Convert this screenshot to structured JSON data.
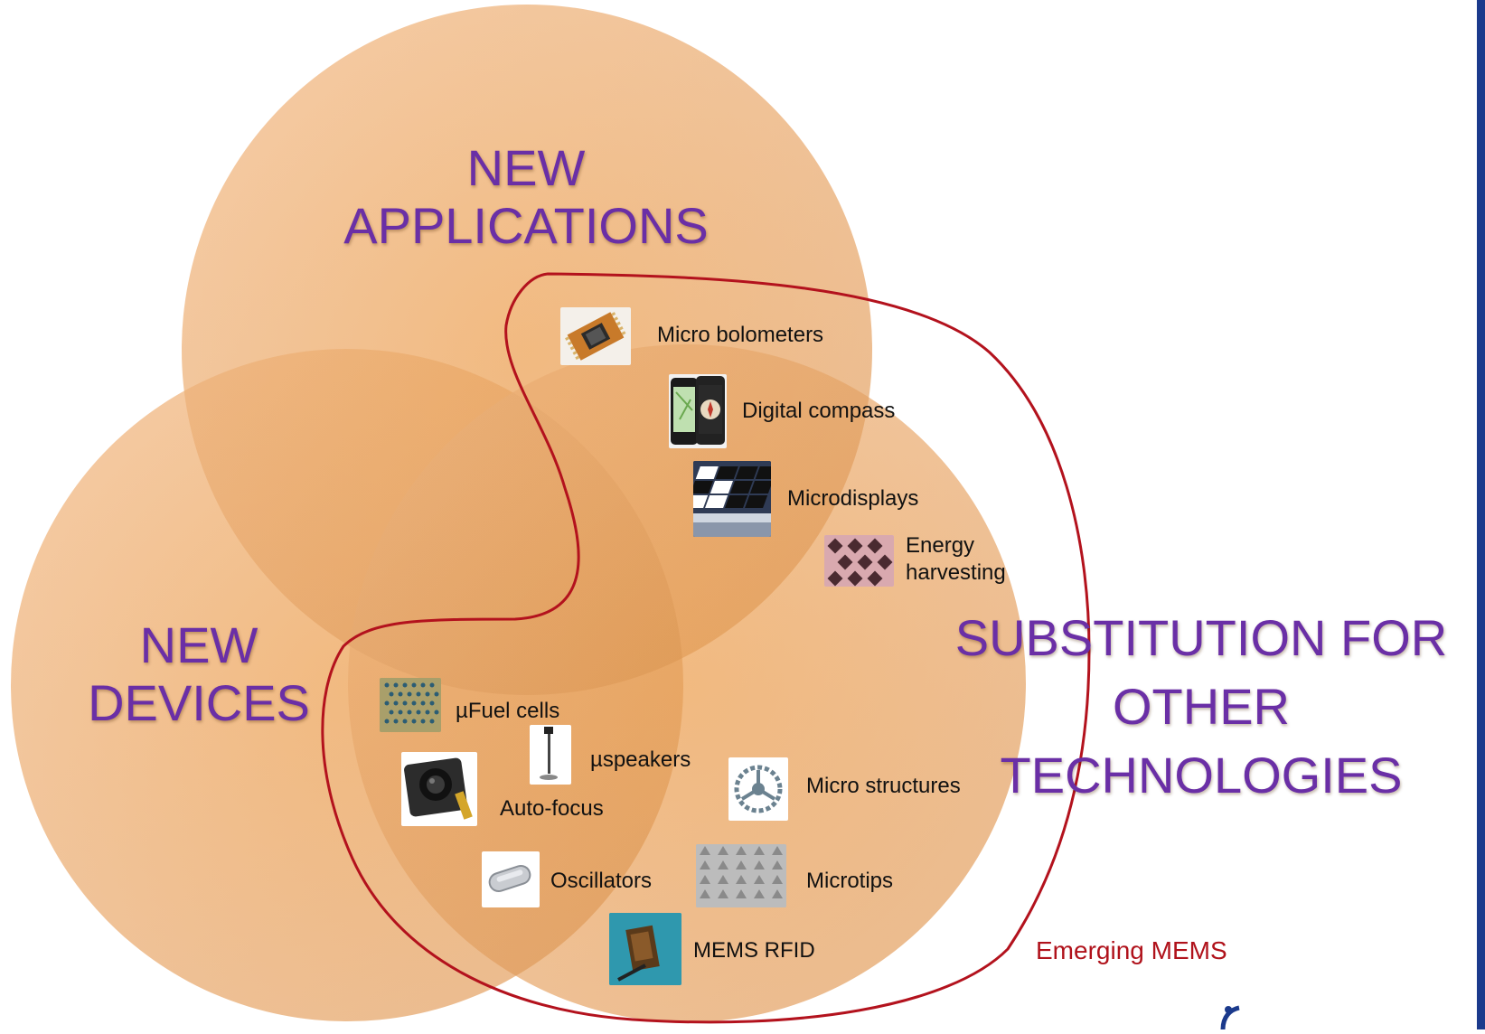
{
  "colors": {
    "circle_fill": "#f0a04b",
    "label_text": "#6a2fa6",
    "outline": "#b3121d",
    "side_bar": "#1b3a8c",
    "caption": "#b0121b"
  },
  "venn": {
    "circle_top_label": [
      "NEW",
      "APPLICATIONS"
    ],
    "circle_left_label": [
      "NEW",
      "DEVICES"
    ],
    "circle_right_label": [
      "SUBSTITUTION FOR",
      "OTHER",
      "TECHNOLOGIES"
    ]
  },
  "items": [
    {
      "id": "micro-bolometers",
      "label": "Micro bolometers",
      "icon": "sensor-chip-icon"
    },
    {
      "id": "digital-compass",
      "label": "Digital compass",
      "icon": "smartphone-compass-icon"
    },
    {
      "id": "microdisplays",
      "label": "Microdisplays",
      "icon": "micromirror-array-icon"
    },
    {
      "id": "energy-harvesting",
      "label": "Energy\nharvesting",
      "icon": "energy-grid-icon"
    },
    {
      "id": "fuel-cells",
      "label": "µFuel cells",
      "icon": "fuel-cell-mesh-icon"
    },
    {
      "id": "speakers",
      "label": "µspeakers",
      "icon": "micro-speaker-icon"
    },
    {
      "id": "auto-focus",
      "label": "Auto-focus",
      "icon": "camera-module-icon"
    },
    {
      "id": "micro-structures",
      "label": "Micro structures",
      "icon": "gear-structure-icon"
    },
    {
      "id": "oscillators",
      "label": "Oscillators",
      "icon": "crystal-oscillator-icon"
    },
    {
      "id": "microtips",
      "label": "Microtips",
      "icon": "microtip-array-icon"
    },
    {
      "id": "mems-rfid",
      "label": "MEMS RFID",
      "icon": "rfid-chip-icon"
    }
  ],
  "caption": "Emerging MEMS",
  "logo_icon": "brand-logo-icon"
}
